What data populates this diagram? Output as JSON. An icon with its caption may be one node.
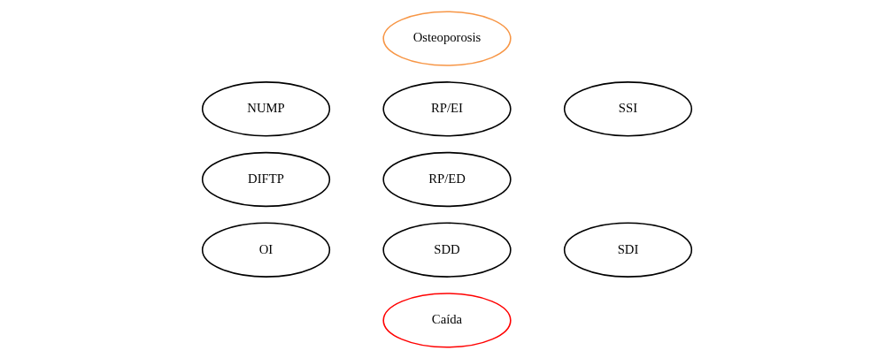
{
  "diagram": {
    "nodes": [
      {
        "text": [
          "Osteoporosis"
        ]
      },
      {
        "text": [
          "NUMP"
        ]
      },
      {
        "text": [
          "RP/EI"
        ]
      },
      {
        "text": [
          "SSI"
        ]
      },
      {
        "text": [
          "DIFTP"
        ]
      },
      {
        "text": [
          "RP/ED"
        ]
      },
      {
        "text": [
          "OI"
        ]
      },
      {
        "text": [
          "SDD"
        ]
      },
      {
        "text": [
          "SDI"
        ]
      },
      {
        "text": [
          "Caída"
        ]
      }
    ],
    "edges": []
  }
}
